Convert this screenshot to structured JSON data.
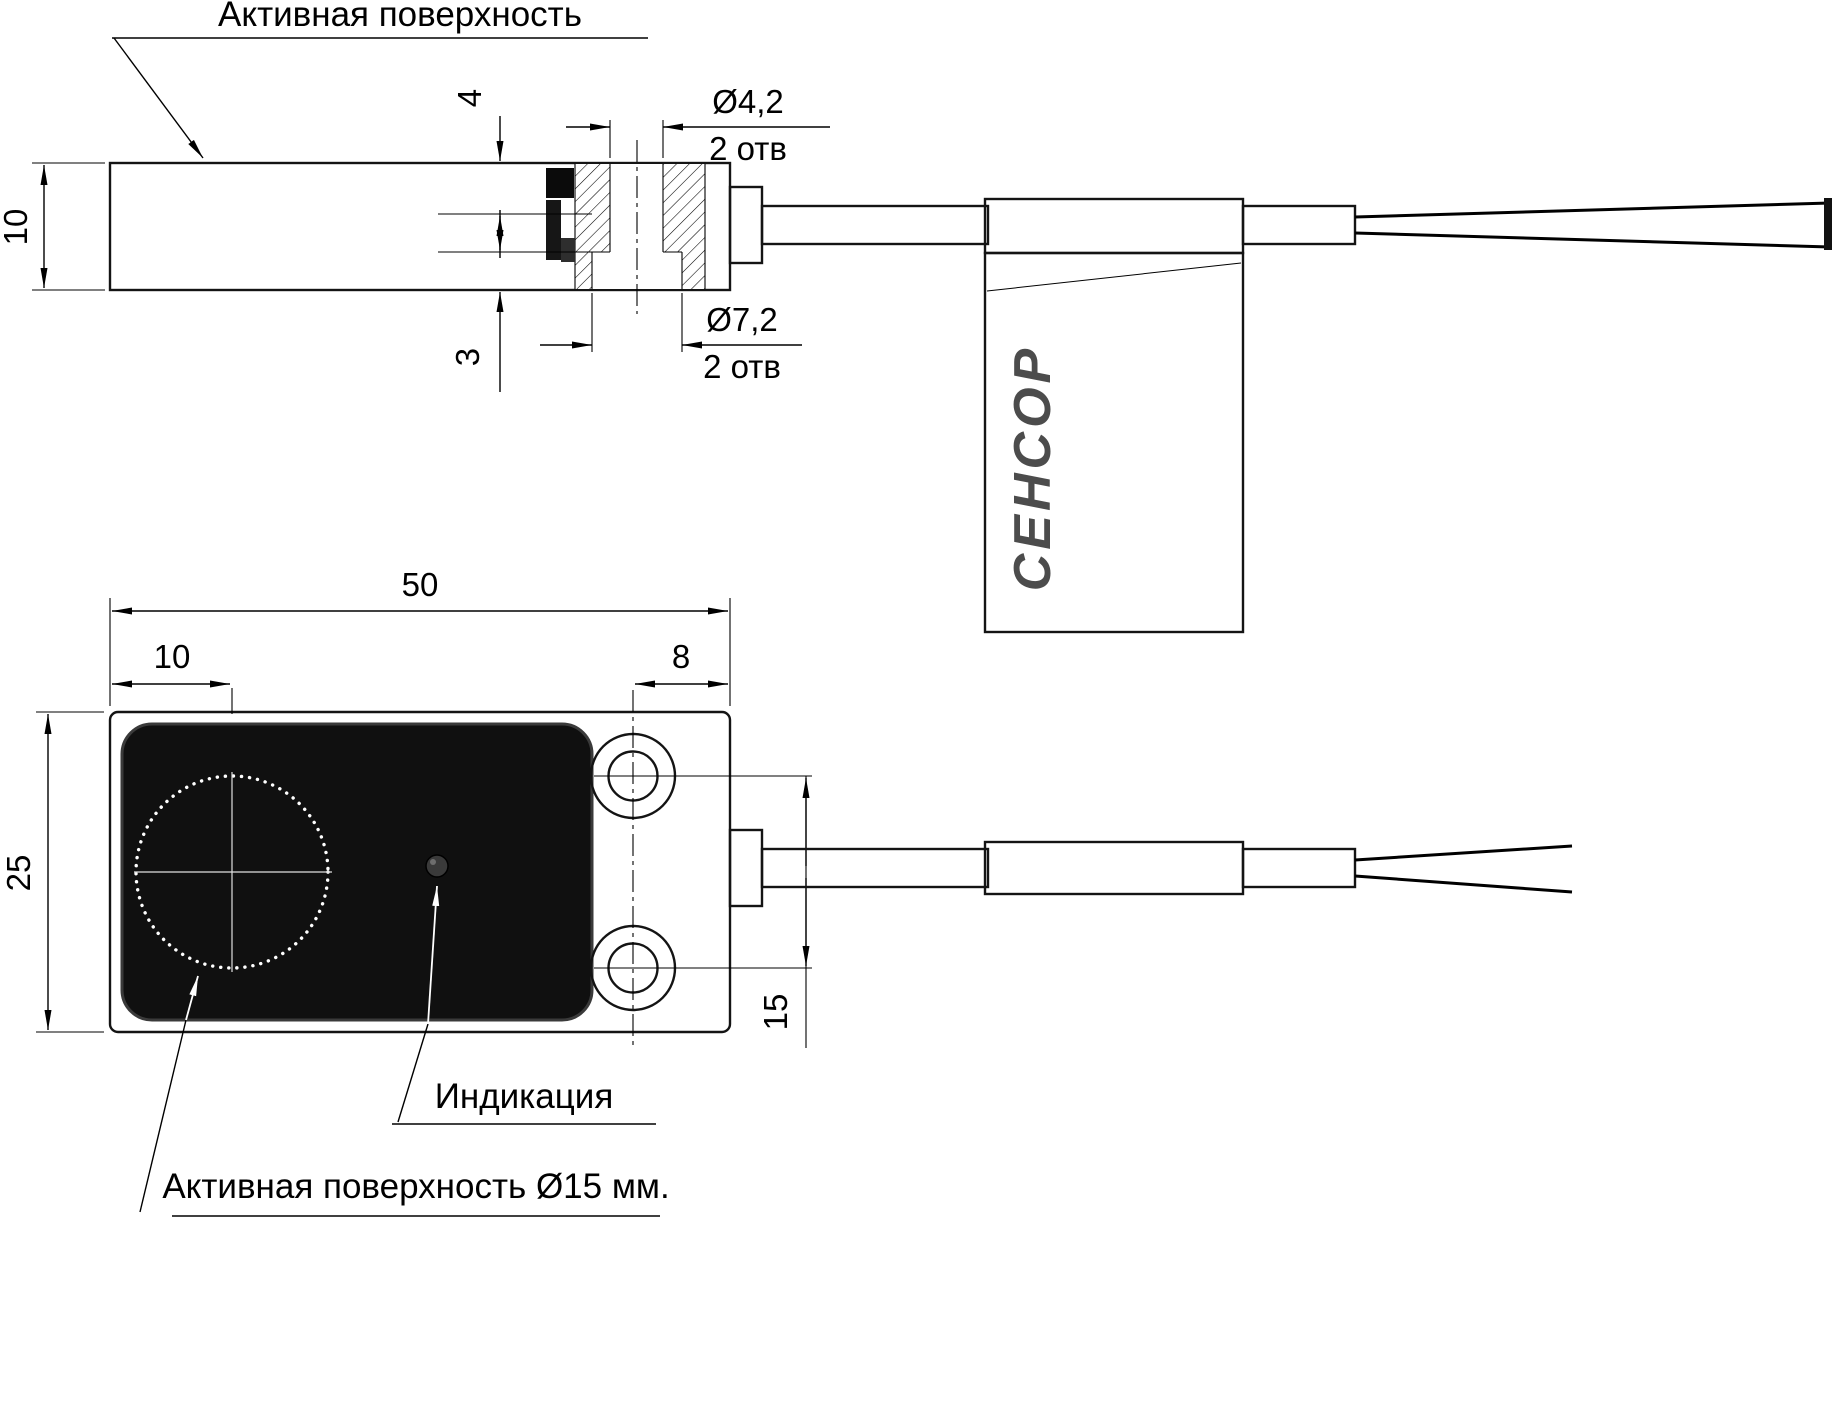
{
  "drawing": {
    "labels": {
      "active_surface_top": "Активная поверхность",
      "active_surface_bottom": "Активная поверхность Ø15 мм.",
      "indication": "Индикация",
      "tag": "СЕНСОР"
    },
    "dims": {
      "body_height": "10",
      "step_top": "4",
      "step_bottom": "3",
      "hole_small_dia": "Ø4,2",
      "hole_small_qty": "2 отв",
      "hole_large_dia": "Ø7,2",
      "hole_large_qty": "2 отв",
      "body_length": "50",
      "circle_offset": "10",
      "hole_offset": "8",
      "body_width": "25",
      "hole_spacing": "15"
    },
    "colors": {
      "body": "#b4b4b4",
      "face": "#101010",
      "cable": "#b2b2b2",
      "tag": "#b6b6b6"
    }
  }
}
